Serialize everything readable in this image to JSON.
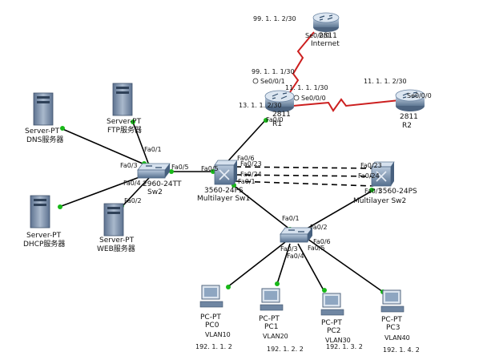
{
  "colors": {
    "ethernet": "#000000",
    "serial": "#cc1f1f",
    "port_dot": "#18b818",
    "server": "#7c94b4",
    "router": "#8aa2be",
    "switch": "#7f98b6",
    "pc": "#7d93ad"
  },
  "devices": {
    "internet": {
      "ip": "99. 1. 1. 2/30",
      "port": "Se0/0/0",
      "model": "2811",
      "name": "Internet"
    },
    "r1": {
      "model": "2811",
      "name": "R1",
      "ip_top": "99. 1. 1. 1/30",
      "port_top": "Se0/0/1",
      "ip_left": "13. 1. 1. 2/30",
      "port_left": "Fa0/0",
      "ip_right": "11. 1. 1. 1/30",
      "port_right": "Se0/0/0"
    },
    "r2": {
      "model": "2811",
      "name": "R2",
      "ip": "11. 1. 1. 2/30",
      "port": "Se0/0/0"
    },
    "dns": {
      "type": "Server-PT",
      "name": "DNS服务器"
    },
    "ftp": {
      "type": "Server-PT",
      "name": "FTP服务器"
    },
    "dhcp": {
      "type": "Server-PT",
      "name": "DHCP服务器"
    },
    "web": {
      "type": "Server-PT",
      "name": "WEB服务器"
    },
    "sw2": {
      "model": "2960-24TT",
      "name": "Sw2",
      "p1": "Fa0/1",
      "p3": "Fa0/3",
      "p4": "Fa0/4",
      "p5": "Fa0/5",
      "p2": "Fa0/2"
    },
    "msw1": {
      "model": "3560-24PS",
      "name": "Multilayer Sw1",
      "p5": "Fa0/5",
      "p6": "Fa0/6",
      "p23": "Fa0/23",
      "p24": "Fa0/24",
      "p1": "Fa0/1"
    },
    "msw2": {
      "model": "3560-24PS",
      "name": "Multilayer Sw2",
      "p23": "Fa0/23",
      "p24": "Fa0/24",
      "p1": "Fa0/1"
    },
    "sw3": {
      "p1": "Fa0/1",
      "p2": "Fa0/2",
      "p6": "Fa0/6",
      "p3": "Fa0/3",
      "p4": "Fa0/4",
      "p5": "Fa0/5"
    },
    "pc0": {
      "type": "PC-PT",
      "name": "PC0",
      "vlan": "VLAN10",
      "ip": "192. 1. 1. 2"
    },
    "pc1": {
      "type": "PC-PT",
      "name": "PC1",
      "vlan": "VLAN20",
      "ip": "192. 1. 2. 2"
    },
    "pc2": {
      "type": "PC-PT",
      "name": "PC2",
      "vlan": "VLAN30",
      "ip": "192. 1. 3. 2"
    },
    "pc3": {
      "type": "PC-PT",
      "name": "PC3",
      "vlan": "VLAN40",
      "ip": "192. 1. 4. 2"
    }
  }
}
